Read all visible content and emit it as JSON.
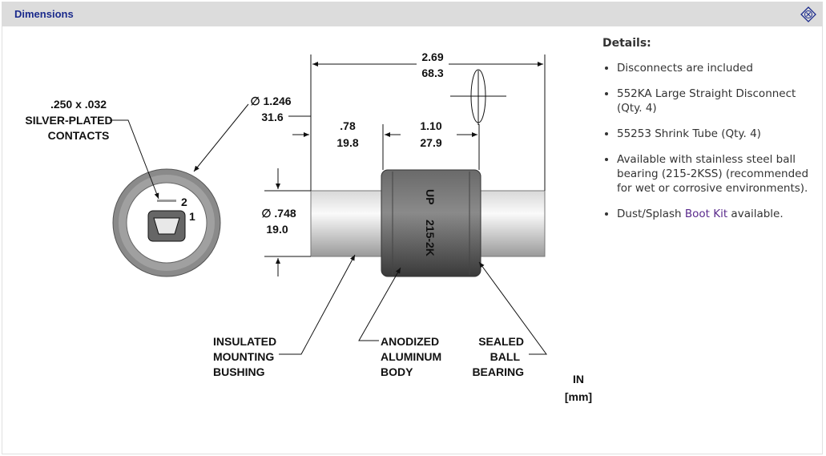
{
  "header": {
    "title": "Dimensions",
    "collapse_icon": "collapse-diamond-icon"
  },
  "drawing": {
    "contacts_label": [
      ".250 x .032",
      "SILVER-PLATED",
      "CONTACTS"
    ],
    "outer_dia": {
      "in": "∅ 1.246",
      "mm": "31.6"
    },
    "shaft_dia": {
      "in": "∅ .748",
      "mm": "19.0"
    },
    "overall_length": {
      "in": "2.69",
      "mm": "68.3"
    },
    "bushing_length": {
      "in": ".78",
      "mm": "19.8"
    },
    "body_length": {
      "in": "1.10",
      "mm": "27.9"
    },
    "body_marking": {
      "up": "UP",
      "part": "215-2K"
    },
    "pin_labels": [
      "2",
      "1"
    ],
    "bushing_label": [
      "INSULATED",
      "MOUNTING",
      "BUSHING"
    ],
    "body_label": [
      "ANODIZED",
      "ALUMINUM",
      "BODY"
    ],
    "bearing_label": [
      "SEALED",
      "BALL",
      "BEARING"
    ],
    "units": [
      "IN",
      "[mm]"
    ]
  },
  "details": {
    "heading": "Details:",
    "items": [
      "Disconnects are included",
      "552KA Large Straight Disconnect (Qty. 4)",
      "55253 Shrink Tube (Qty. 4)",
      "Available with stainless steel ball bearing (215-2KSS) (recommended for wet or corrosive environments)."
    ],
    "last_item": {
      "prefix": "Dust/Splash ",
      "link": "Boot Kit",
      "suffix": " available."
    }
  }
}
